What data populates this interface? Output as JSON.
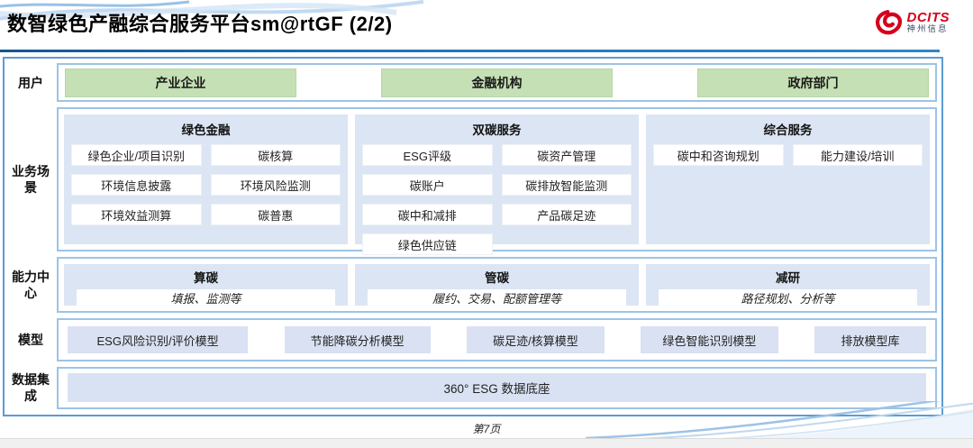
{
  "header": {
    "title": "数智绿色产融综合服务平台sm@rtGF (2/2)",
    "logo": {
      "brand": "DCITS",
      "subtitle": "神州信息"
    }
  },
  "rows": {
    "users": {
      "label": "用户",
      "items": [
        "产业企业",
        "金融机构",
        "政府部门"
      ]
    },
    "scenarios": {
      "label": "业务场景",
      "columns": [
        {
          "title": "绿色金融",
          "items": [
            "绿色企业/项目识别",
            "碳核算",
            "环境信息披露",
            "环境风险监测",
            "环境效益测算",
            "碳普惠"
          ]
        },
        {
          "title": "双碳服务",
          "items": [
            "ESG评级",
            "碳资产管理",
            "碳账户",
            "碳排放智能监测",
            "碳中和减排",
            "产品碳足迹",
            "绿色供应链"
          ]
        },
        {
          "title": "综合服务",
          "items": [
            "碳中和咨询规划",
            "能力建设/培训"
          ]
        }
      ]
    },
    "capabilities": {
      "label": "能力中心",
      "columns": [
        {
          "title": "算碳",
          "desc": "填报、监测等"
        },
        {
          "title": "管碳",
          "desc": "履约、交易、配额管理等"
        },
        {
          "title": "减研",
          "desc": "路径规划、分析等"
        }
      ]
    },
    "models": {
      "label": "模型",
      "items": [
        "ESG风险识别/评价模型",
        "节能降碳分析模型",
        "碳足迹/核算模型",
        "绿色智能识别模型",
        "排放模型库"
      ]
    },
    "data_integration": {
      "label": "数据集成",
      "item": "360° ESG 数据底座"
    }
  },
  "footer": {
    "page": "第7页"
  },
  "colors": {
    "header_line": "#1F74B8",
    "board_border": "#5B9BD5",
    "row_border": "#9DC3E6",
    "panel_fill": "#DCE5F3",
    "green_fill": "#C5E0B4",
    "chip_fill": "#D9E1F2",
    "logo_red": "#D6001C"
  }
}
